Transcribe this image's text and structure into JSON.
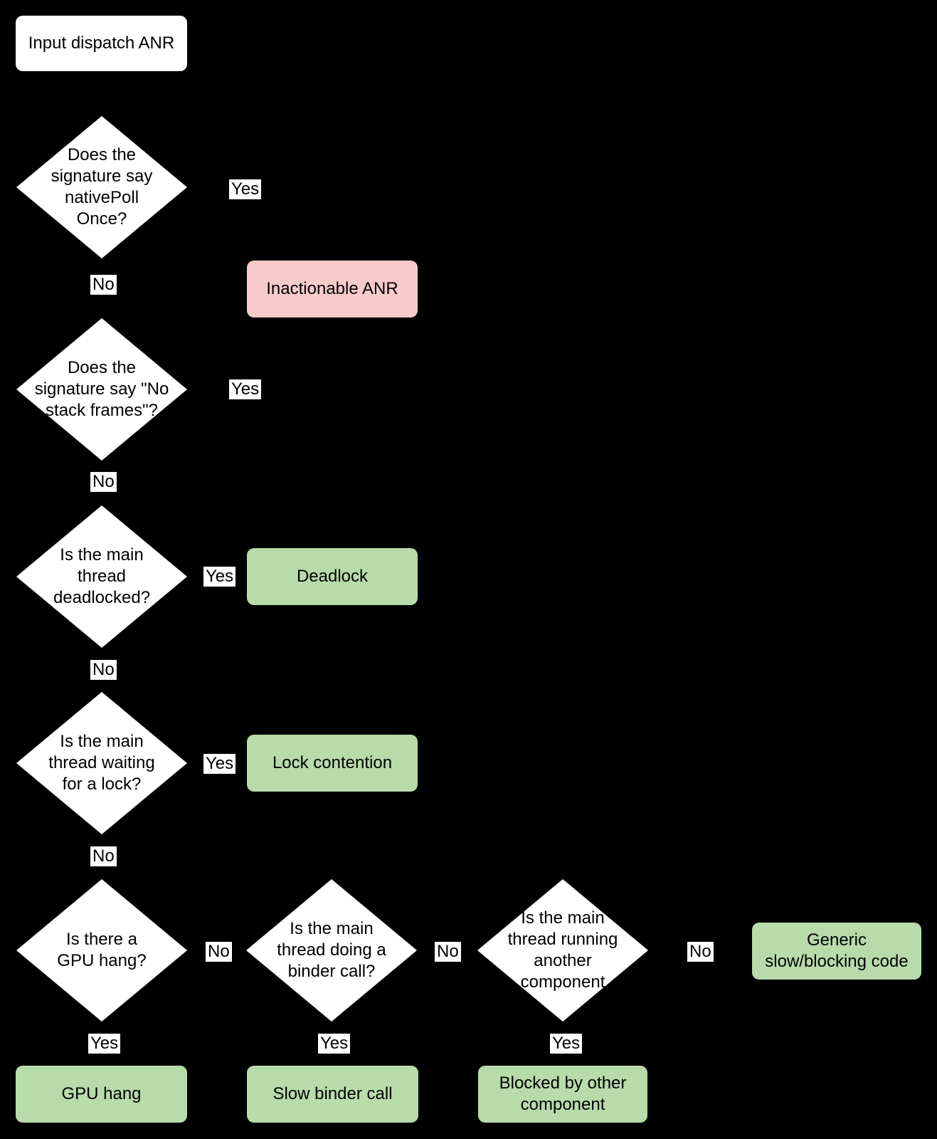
{
  "colors": {
    "background": "#000000",
    "decision_fill": "#ffffff",
    "terminal_fill": "#ffffff",
    "outcome_positive_fill": "#b7dbaa",
    "outcome_negative_fill": "#f6cbca",
    "edge_label_background": "#ffffff",
    "text": "#000000"
  },
  "flowchart": {
    "start": {
      "label": "Input dispatch ANR"
    },
    "edge_labels": {
      "yes": "Yes",
      "no": "No"
    },
    "decisions": {
      "native_poll": {
        "text": "Does the\nsignature say\nnativePoll\nOnce?"
      },
      "no_stack_frames": {
        "text": "Does the\nsignature say \"No\nstack frames\"?"
      },
      "deadlocked": {
        "text": "Is the main\nthread\ndeadlocked?"
      },
      "waiting_for_lock": {
        "text": "Is the main\nthread waiting\nfor a lock?"
      },
      "gpu_hang": {
        "text": "Is there a\nGPU hang?"
      },
      "binder_call": {
        "text": "Is the main\nthread doing a\nbinder call?"
      },
      "other_component": {
        "text": "Is the main\nthread running\nanother\ncomponent"
      }
    },
    "outcomes": {
      "inactionable_anr": {
        "label": "Inactionable ANR",
        "kind": "negative"
      },
      "deadlock": {
        "label": "Deadlock",
        "kind": "positive"
      },
      "lock_contention": {
        "label": "Lock contention",
        "kind": "positive"
      },
      "generic_slow_blocking_code": {
        "label": "Generic\nslow/blocking code",
        "kind": "positive"
      },
      "gpu_hang": {
        "label": "GPU hang",
        "kind": "positive"
      },
      "slow_binder_call": {
        "label": "Slow binder call",
        "kind": "positive"
      },
      "blocked_by_other_component": {
        "label": "Blocked by other\ncomponent",
        "kind": "positive"
      }
    }
  }
}
